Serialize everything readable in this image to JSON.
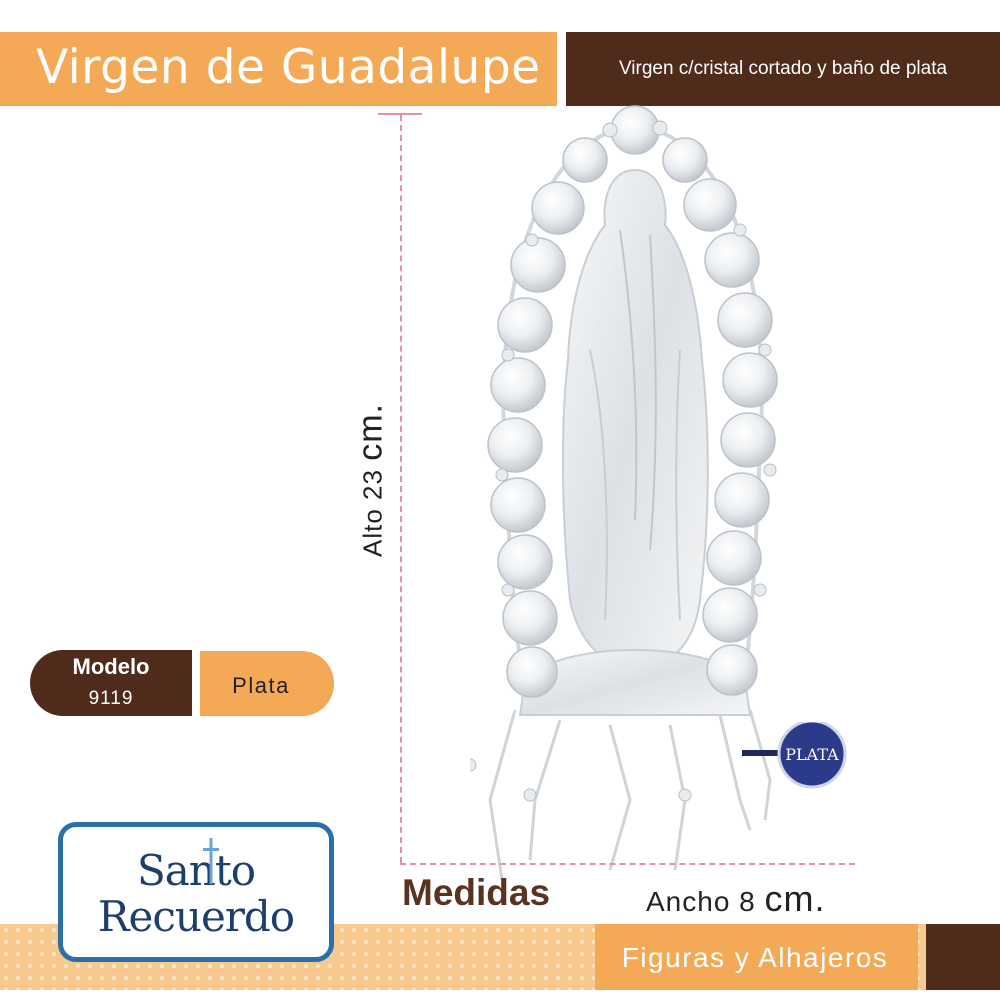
{
  "header": {
    "title": "Virgen de Guadalupe",
    "subtitle": "Virgen c/cristal cortado y baño de plata"
  },
  "measures": {
    "alto_prefix": "Alto 23",
    "alto_unit": "cm.",
    "medidas_label": "Medidas",
    "ancho_prefix": "Ancho 8",
    "ancho_unit": "cm."
  },
  "model": {
    "label": "Modelo",
    "number": "9119",
    "finish": "Plata"
  },
  "badge": {
    "text": "PLATA"
  },
  "logo": {
    "line1": "Santo",
    "line2": "Recuerdo"
  },
  "footer": {
    "category": "Figuras y Alhajeros"
  },
  "colors": {
    "orange": "#f3a956",
    "brown": "#4e2b1a",
    "pink_dash": "#e58fb0",
    "logo_blue": "#1d3f6b"
  },
  "icons": {
    "logo_cross": "cross-icon",
    "badge_seal": "silver-seal-icon"
  }
}
